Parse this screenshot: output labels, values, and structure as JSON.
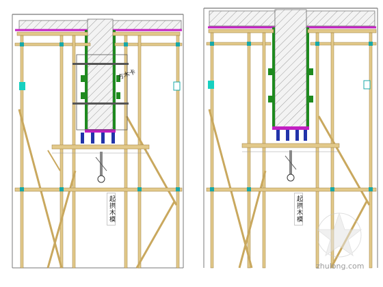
{
  "left_panel": {
    "clamp_label": "方木卡",
    "stripping_label": "起拱木模"
  },
  "right_panel": {
    "stripping_label": "起拱木模"
  },
  "watermark": {
    "text": "zhulong.com",
    "color": "#b0b0b0"
  },
  "colors": {
    "slab_edge": "#c21fc2",
    "timber": "#e2c98a",
    "timber_edge": "#9a7b3a",
    "clamp": "#17a8a8",
    "formwork": "#1f8a1f",
    "bolt": "#2233aa",
    "concrete": "#bdbdbd"
  }
}
